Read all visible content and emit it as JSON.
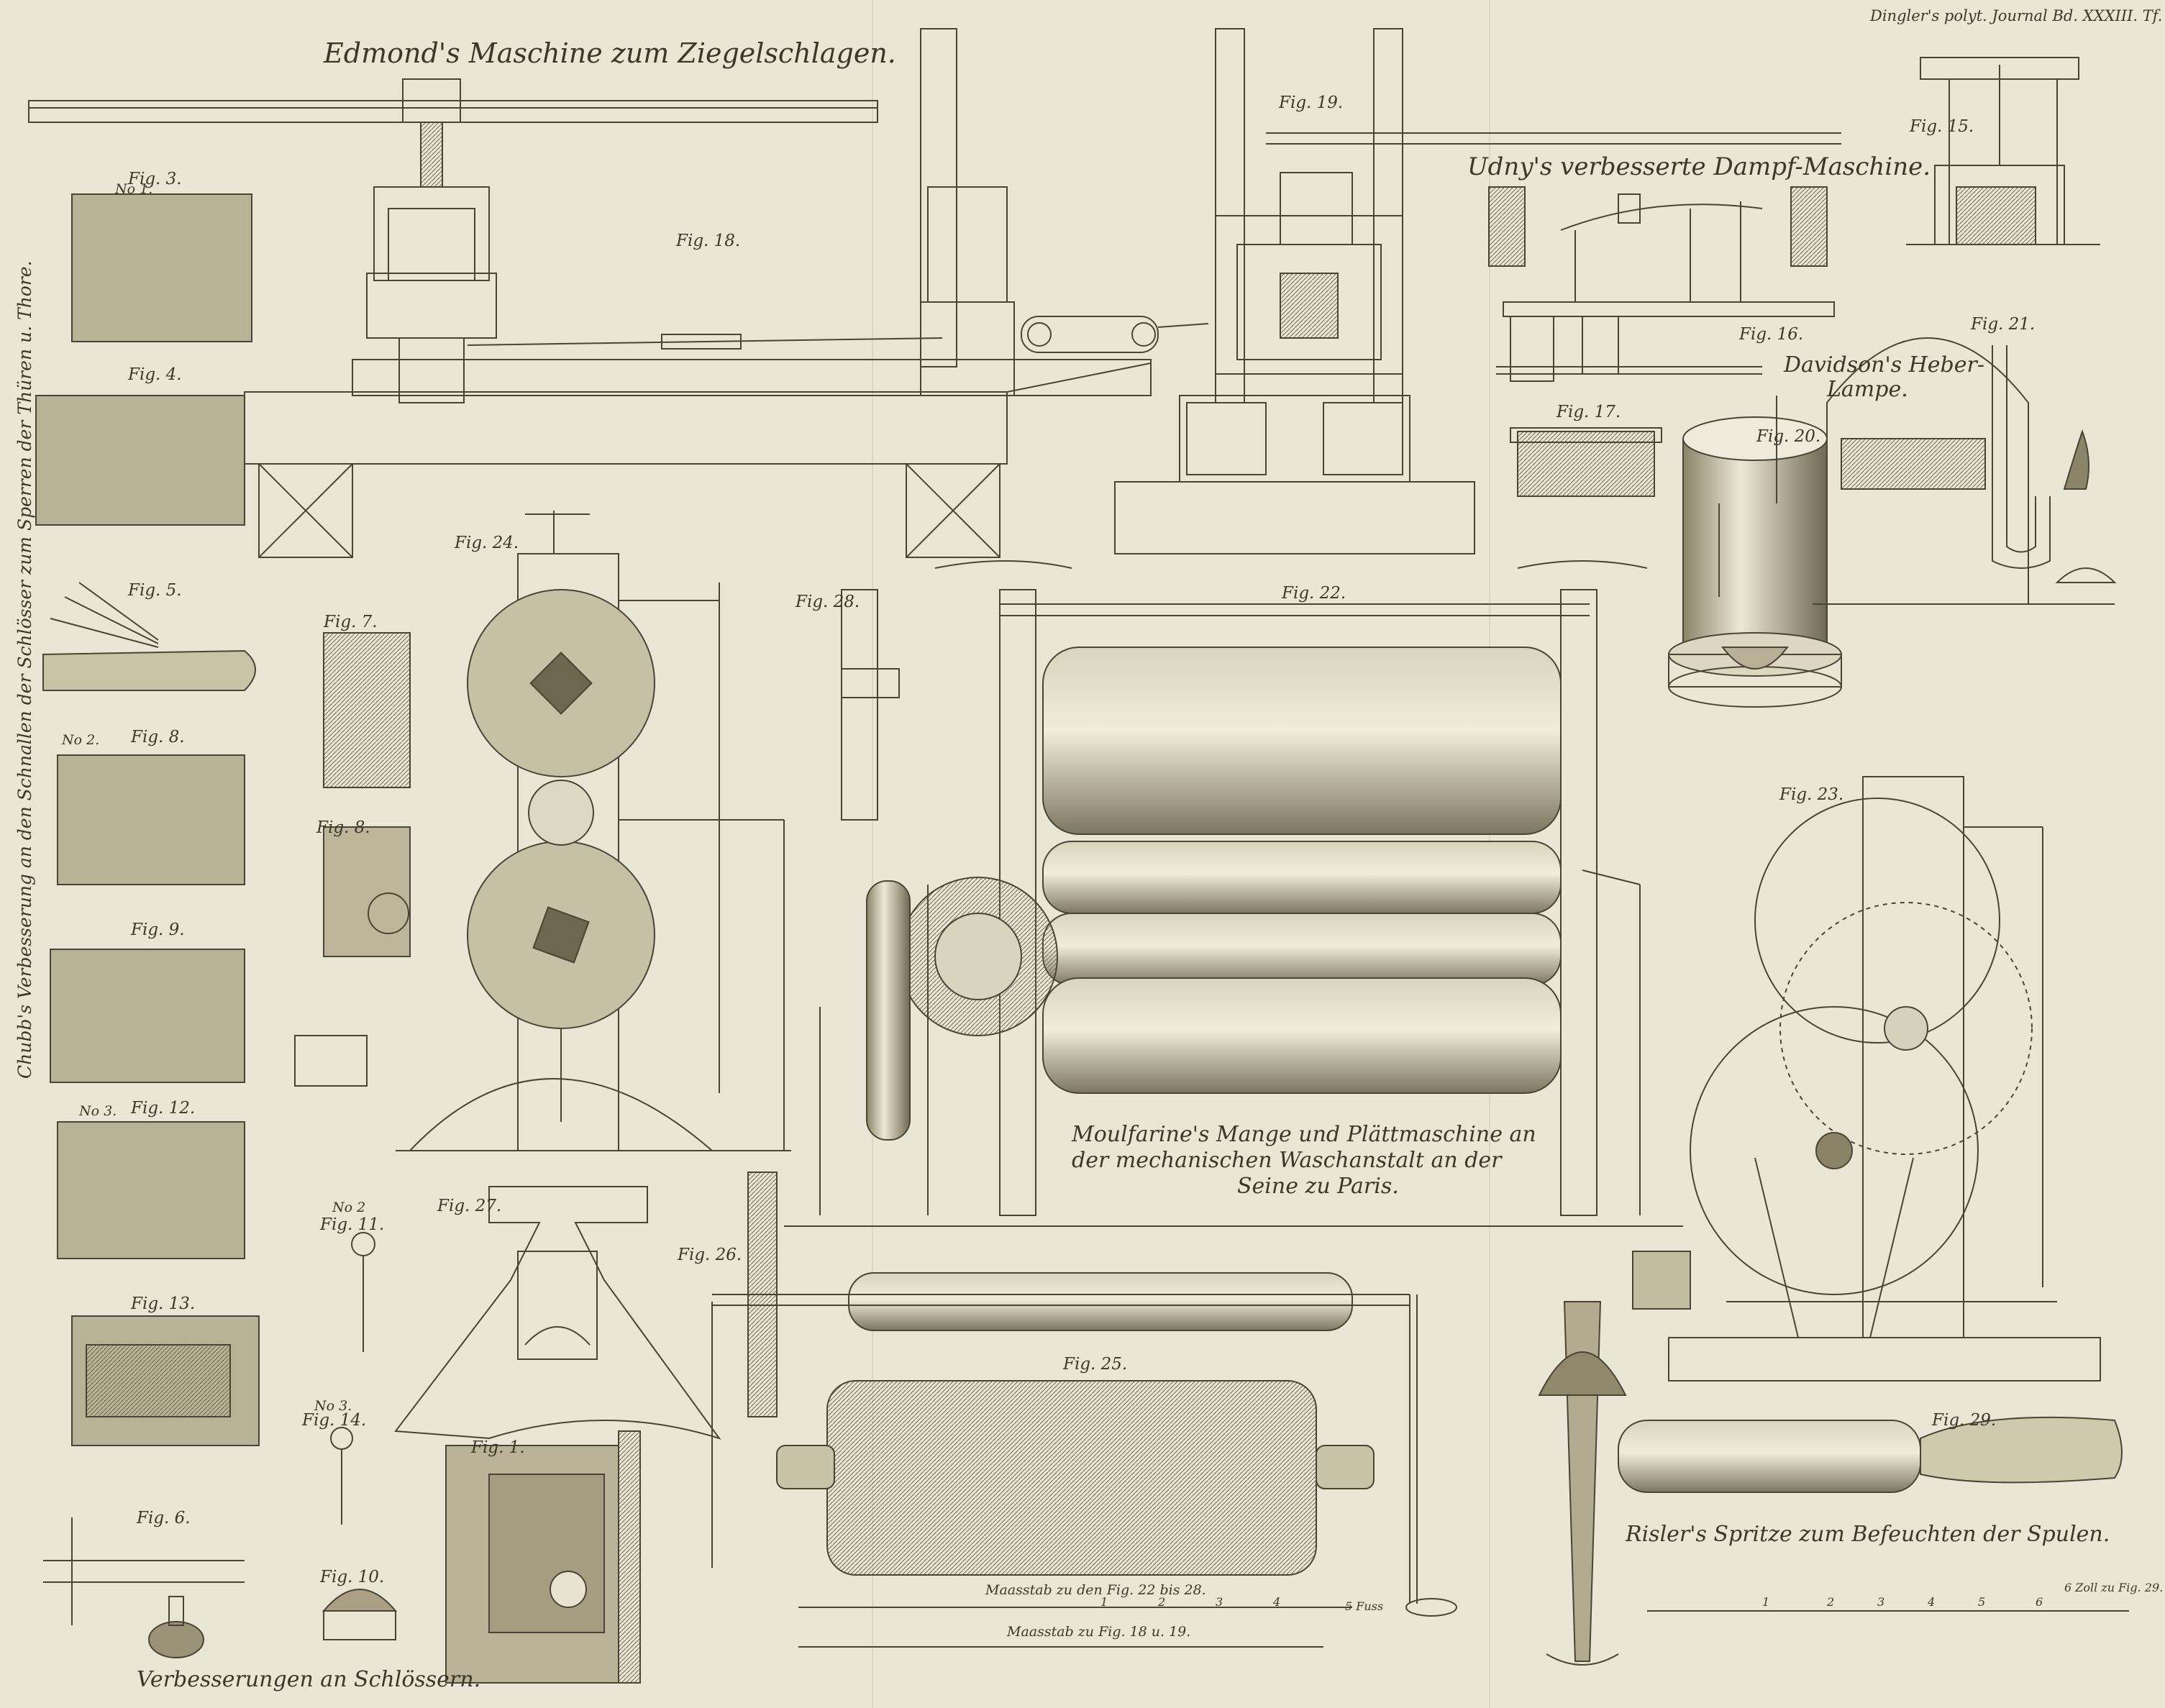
{
  "header": {
    "journal": "Dingler's polyt. Journal Bd. XXXIII. Tf. VIII."
  },
  "titles": {
    "edmond": "Edmond's Maschine zum Ziegelschlagen.",
    "udny": "Udny's verbesserte Dampf-Maschine.",
    "davidson_line1": "Davidson's Heber-",
    "davidson_line2": "Lampe.",
    "chubb": "Chubb's Verbesserung an den Schnallen der Schlösser zum Sperren der Thüren u. Thore.",
    "mangle_line1": "Moulfarine's Mange und Plättmaschine an",
    "mangle_line2": "der mechanischen Waschanstalt an der",
    "mangle_line3": "Seine zu Paris.",
    "risler": "Risler's Spritze zum Befeuchten der Spulen.",
    "locks": "Verbesserungen an Schlössern."
  },
  "figures": {
    "fig1": "Fig. 1.",
    "fig3": "Fig. 3.",
    "fig4": "Fig. 4.",
    "fig5": "Fig. 5.",
    "fig6": "Fig. 6.",
    "fig7": "Fig. 7.",
    "fig8": "Fig. 8.",
    "fig8b": "Fig. 8.",
    "fig9": "Fig. 9.",
    "fig10": "Fig. 10.",
    "fig11": "Fig. 11.",
    "fig12": "Fig. 12.",
    "fig13": "Fig. 13.",
    "fig14": "Fig. 14.",
    "fig15": "Fig. 15.",
    "fig16": "Fig. 16.",
    "fig17": "Fig. 17.",
    "fig18": "Fig. 18.",
    "fig19": "Fig. 19.",
    "fig20": "Fig. 20.",
    "fig21": "Fig. 21.",
    "fig22": "Fig. 22.",
    "fig23": "Fig. 23.",
    "fig24": "Fig. 24.",
    "fig25": "Fig. 25.",
    "fig26": "Fig. 26.",
    "fig27": "Fig. 27.",
    "fig28": "Fig. 28.",
    "fig29": "Fig. 29."
  },
  "numbers": {
    "n1": "No 1.",
    "n2a": "No 2.",
    "n3a": "No 3.",
    "n2b": "No 2",
    "n3b": "No 3."
  },
  "scales": {
    "scale1": "Maasstab zu den Fig. 22 bis 28.",
    "scale1_end": "5 Fuss",
    "scale2": "Maasstab zu Fig. 18 u. 19.",
    "scale3_end": "6 Zoll zu Fig. 29.",
    "ticks1": [
      "1",
      "2",
      "3",
      "4"
    ],
    "ticks2": [
      "1",
      "2",
      "3",
      "4",
      "5",
      "6"
    ]
  }
}
